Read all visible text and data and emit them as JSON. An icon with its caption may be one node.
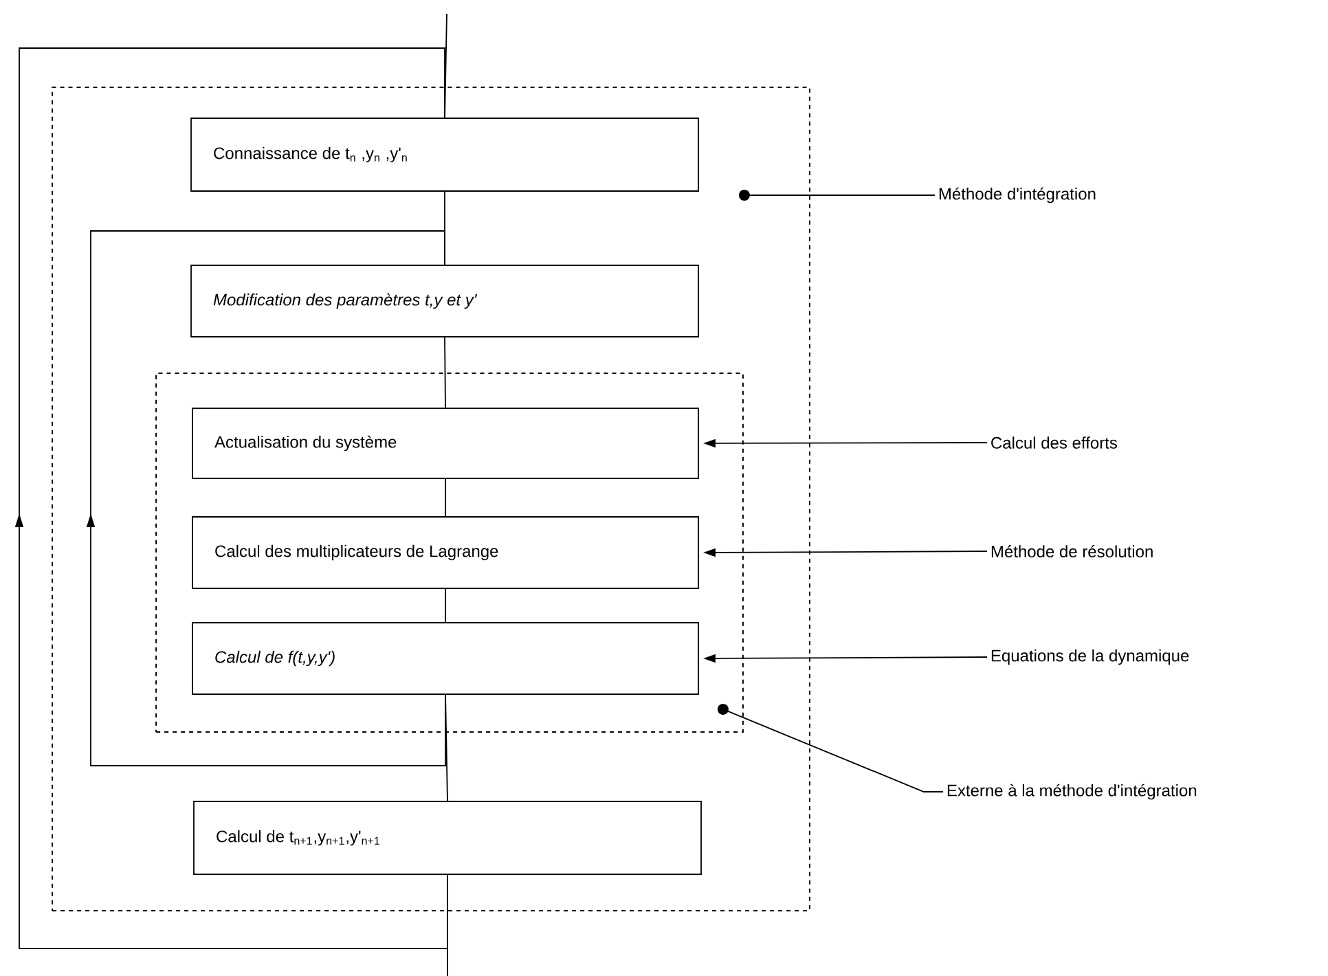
{
  "diagram": {
    "nodes": [
      {
        "text": [],
        "shape": "box"
      },
      {
        "text": [
          "Connaissance de t$_{n}$ ,y$_{n}$ ,y'$_{n}$"
        ],
        "in": 0
      },
      {
        "text": [
          "Modification des paramètres t,y et y'"
        ],
        "in": 0
      },
      {
        "text": [],
        "shape": "box",
        "in": 0
      },
      {
        "text": [
          "Actualisation du système"
        ],
        "in": 3
      },
      {
        "text": [
          "Calcul des multiplicateurs de Lagrange"
        ],
        "in": 3
      },
      {
        "text": [
          "Calcul de f(t,y,y')"
        ],
        "in": 3
      },
      {
        "text": [
          "Calcul de t$_{n+1}$,y$_{n+1}$,y'$_{n+1}$"
        ],
        "in": 0
      },
      {
        "text": [
          "Méthode d'intégration"
        ]
      },
      {
        "text": [
          "Calcul des efforts"
        ]
      },
      {
        "text": [
          "Méthode de résolution"
        ]
      },
      {
        "text": [
          "Equations de la dynamique"
        ]
      },
      {
        "text": [
          "Externe à la méthode d'intégration"
        ]
      }
    ],
    "edges": [
      {
        "from": null,
        "to": 1,
        "arrow": "none"
      },
      {
        "from": 1,
        "to": 2,
        "arrow": "none"
      },
      {
        "from": 2,
        "to": 4,
        "arrow": "none"
      },
      {
        "from": 4,
        "to": 5,
        "arrow": "none"
      },
      {
        "from": 5,
        "to": 6,
        "arrow": "none"
      },
      {
        "from": 6,
        "to": 7,
        "arrow": "none"
      },
      {
        "from": 7,
        "to": null,
        "arrow": "none"
      },
      {
        "from": 7,
        "to": 1,
        "arrow": "to"
      },
      {
        "from": 6,
        "to": 2,
        "arrow": "to"
      },
      {
        "from": 9,
        "to": 4,
        "arrow": "to"
      },
      {
        "from": 10,
        "to": 5,
        "arrow": "to"
      },
      {
        "from": 11,
        "to": 6,
        "arrow": "to"
      },
      {
        "from": 8,
        "to": 0,
        "arrow": "other"
      },
      {
        "from": 12,
        "to": 3,
        "arrow": "other"
      }
    ]
  }
}
